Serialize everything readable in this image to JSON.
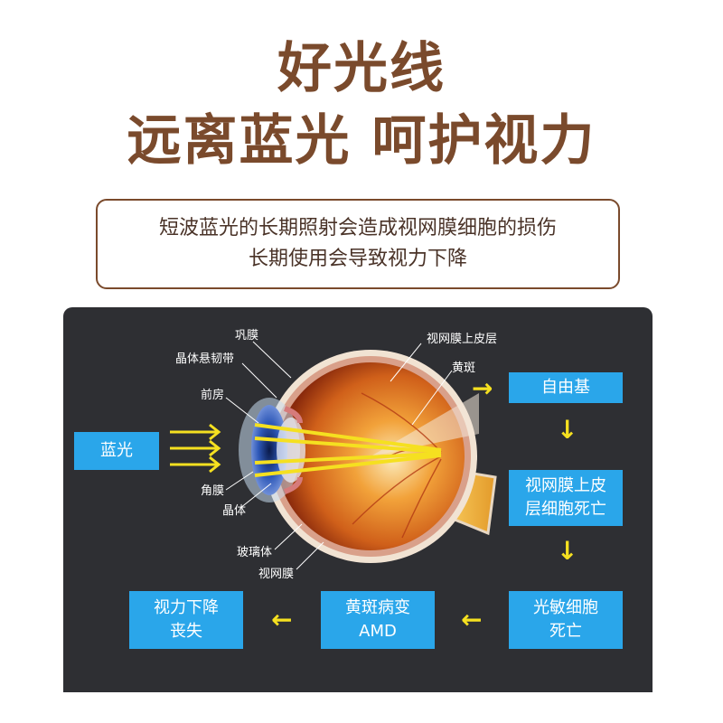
{
  "title": {
    "line1": "好光线",
    "line2": "远离蓝光 呵护视力"
  },
  "description": {
    "line1": "短波蓝光的长期照射会造成视网膜细胞的损伤",
    "line2": "长期使用会导致视力下降"
  },
  "flow": {
    "blue_light": "蓝光",
    "free_radical": "自由基",
    "rpe_death_line1": "视网膜上皮",
    "rpe_death_line2": "层细胞死亡",
    "photoreceptor_death_line1": "光敏细胞",
    "photoreceptor_death_line2": "死亡",
    "amd_line1": "黄斑病变",
    "amd_line2": "AMD",
    "vision_loss_line1": "视力下降",
    "vision_loss_line2": "丧失"
  },
  "eye_labels": {
    "sclera": "巩膜",
    "zonule": "晶体悬韧带",
    "anterior_chamber": "前房",
    "cornea": "角膜",
    "lens": "晶体",
    "vitreous": "玻璃体",
    "retina": "视网膜",
    "rpe": "视网膜上皮层",
    "macula": "黄斑"
  },
  "colors": {
    "title": "#7a4a2c",
    "panel_bg": "#2e2f33",
    "box_bg": "#2aa6ea",
    "arrow": "#f5e020"
  }
}
